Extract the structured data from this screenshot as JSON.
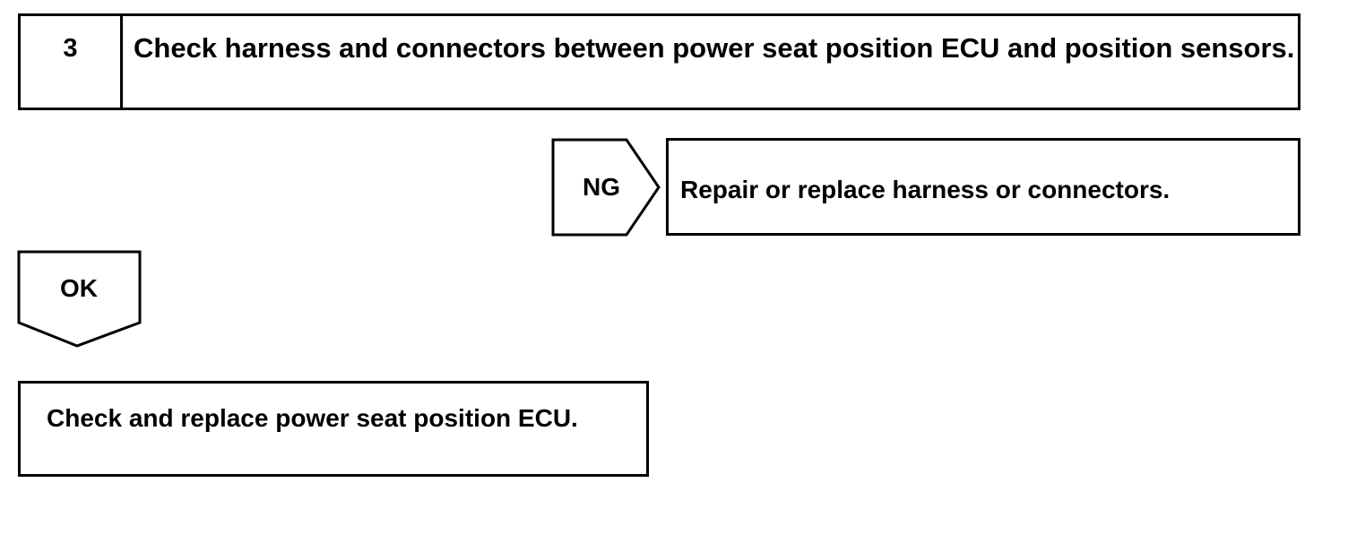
{
  "step": {
    "number": "3",
    "text": "Check harness and connectors between power seat position ECU and position sensors."
  },
  "ng_branch": {
    "label": "NG",
    "action": "Repair or replace harness or connectors."
  },
  "ok_branch": {
    "label": "OK",
    "action": "Check and replace power seat position ECU."
  },
  "colors": {
    "line": "#000000",
    "background": "#ffffff"
  }
}
